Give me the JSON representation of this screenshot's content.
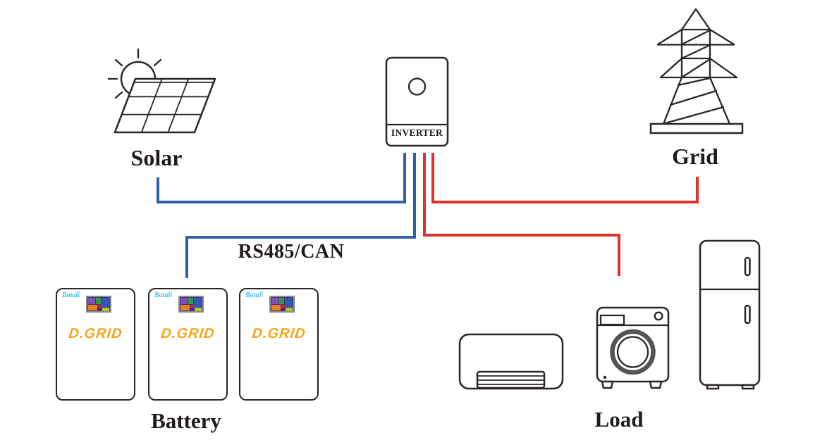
{
  "labels": {
    "solar": "Solar",
    "grid": "Grid",
    "battery": "Battery",
    "load": "Load"
  },
  "inverter": {
    "label": "INVERTER"
  },
  "comm_bus": {
    "label": "RS485/CAN"
  },
  "battery": {
    "brand": "Batali",
    "logo": "D.GRID",
    "unit_count": 3
  },
  "icons": {
    "solar": "solar-panel-with-sun-icon",
    "inverter": "inverter-box-icon",
    "grid": "transmission-tower-icon",
    "battery": "battery-pack-icon",
    "load": [
      "heater-icon",
      "washing-machine-icon",
      "refrigerator-icon"
    ]
  },
  "connections": [
    {
      "name": "solar-to-inverter",
      "type": "pv-dc",
      "color_key": "dc_wire_blue"
    },
    {
      "name": "inverter-to-battery",
      "type": "comm-rs485-can",
      "color_key": "dc_wire_blue"
    },
    {
      "name": "inverter-to-load",
      "type": "ac-output",
      "color_key": "ac_wire_red"
    },
    {
      "name": "inverter-to-grid",
      "type": "ac-grid",
      "color_key": "ac_wire_red"
    }
  ],
  "colors": {
    "outline": "#2b2523",
    "dc_wire_blue": "#2f5fa5",
    "ac_wire_red": "#df322b",
    "logo_orange": "#f9a51a",
    "brand_blue": "#45c0f0",
    "door_ring_gray": "#545454"
  }
}
